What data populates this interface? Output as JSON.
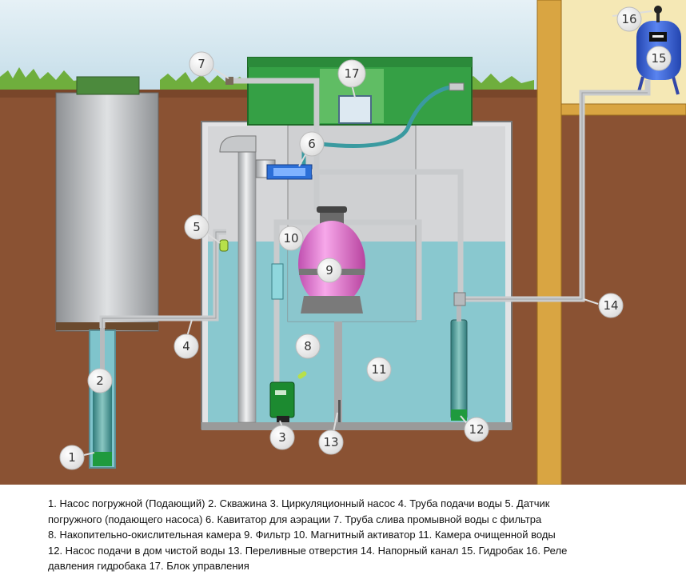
{
  "callouts": {
    "c1": "1",
    "c2": "2",
    "c3": "3",
    "c4": "4",
    "c5": "5",
    "c6": "6",
    "c7": "7",
    "c8": "8",
    "c9": "9",
    "c10": "10",
    "c11": "11",
    "c12": "12",
    "c13": "13",
    "c14": "14",
    "c15": "15",
    "c16": "16",
    "c17": "17"
  },
  "legend": {
    "line1": "1. Насос погружной (Подающий) 2. Скважина 3. Циркуляционный насос 4. Труба подачи воды 5. Датчик",
    "line2": "погружного (подающего насоса) 6. Кавитатор для аэрации  7. Труба слива промывной воды с фильтра",
    "line3": "8. Накопительно-окислительная камера 9. Фильтр 10. Магнитный активатор 11.  Камера очищенной воды",
    "line4": "12. Насос подачи в дом чистой воды 13. Переливные отверстия 14. Напорный канал 15. Гидробак 16.  Реле",
    "line5": "давления гидробака 17. Блок управления"
  },
  "colors": {
    "sky": "#cfe3ee",
    "soil": "#8a5233",
    "water": "#7fc4cc",
    "tank": "#d9dadc",
    "lid_green": "#35a045",
    "filter_pink": "#e27ad0",
    "house_wall": "#f5e8b5",
    "house_wood": "#d9a542",
    "hydrotank_blue": "#3a63d6"
  }
}
